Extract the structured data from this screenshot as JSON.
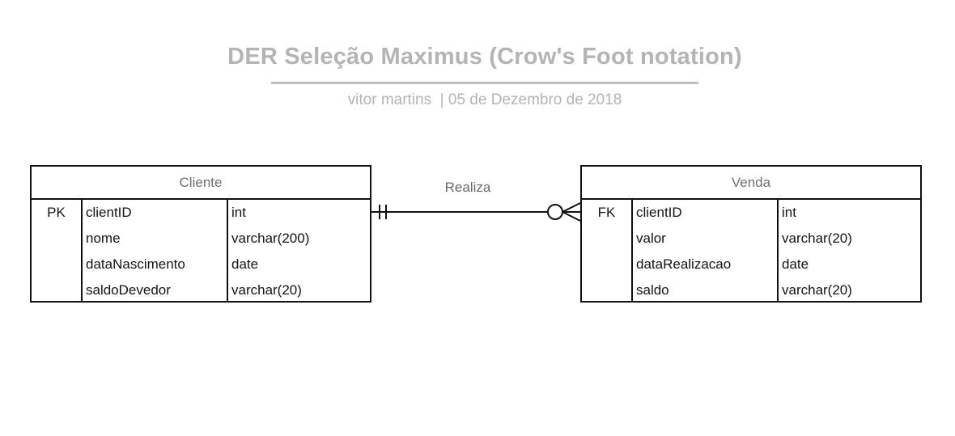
{
  "header": {
    "title": "DER Seleção Maximus (Crow's Foot notation)",
    "subtitle": "vitor martins  | 05 de Dezembro de 2018"
  },
  "entities": [
    {
      "name": "Cliente",
      "rows": [
        {
          "key": "PK",
          "field": "clientID",
          "type": "int"
        },
        {
          "key": "",
          "field": "nome",
          "type": "varchar(200)"
        },
        {
          "key": "",
          "field": "dataNascimento",
          "type": "date"
        },
        {
          "key": "",
          "field": "saldoDevedor",
          "type": "varchar(20)"
        }
      ]
    },
    {
      "name": "Venda",
      "rows": [
        {
          "key": "FK",
          "field": "clientID",
          "type": "int"
        },
        {
          "key": "",
          "field": "valor",
          "type": "varchar(20)"
        },
        {
          "key": "",
          "field": "dataRealizacao",
          "type": "date"
        },
        {
          "key": "",
          "field": "saldo",
          "type": "varchar(20)"
        }
      ]
    }
  ],
  "relationship": {
    "label": "Realiza",
    "from": "Cliente",
    "to": "Venda",
    "from_cardinality": "one-and-only-one",
    "to_cardinality": "zero-or-many"
  },
  "colors": {
    "title": "#b4b4b4",
    "border": "#111111",
    "header_text": "#707070"
  }
}
